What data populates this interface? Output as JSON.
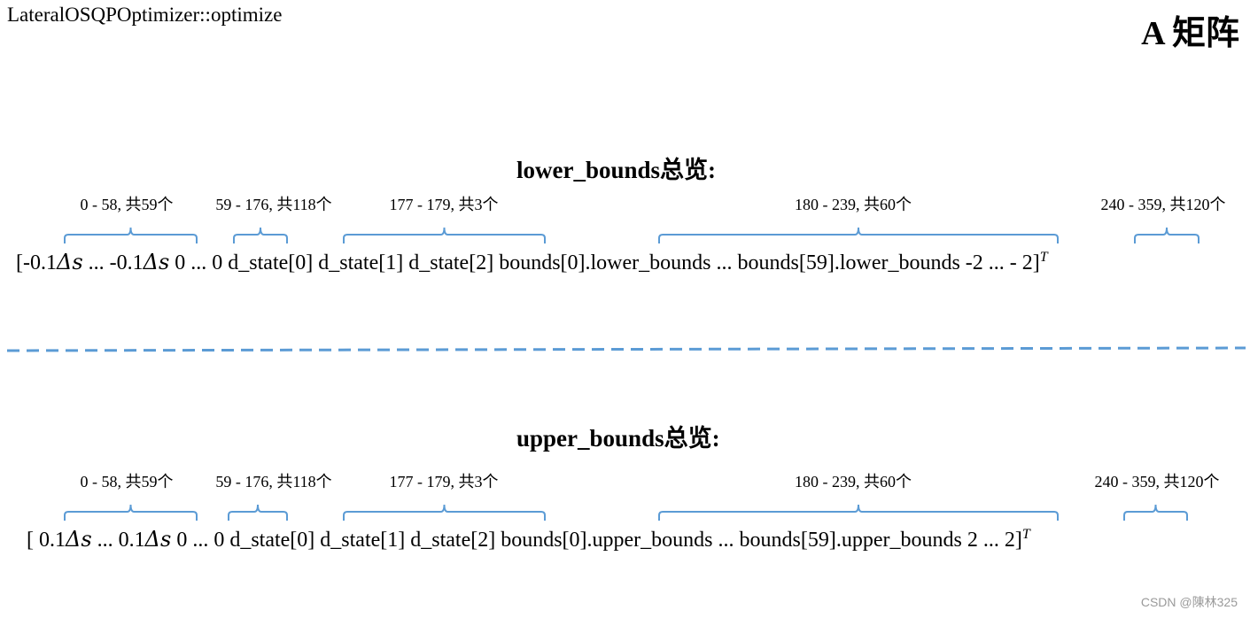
{
  "header": {
    "function_name": "LateralOSQPOptimizer::optimize",
    "matrix_title": "A 矩阵"
  },
  "lower": {
    "title": "lower_bounds总览:",
    "ranges": [
      "0 - 58, 共59个",
      "59 - 176, 共118个",
      "177 - 179, 共3个",
      "180 - 239, 共60个",
      "240 - 359, 共120个"
    ],
    "formula": {
      "open": "[-0.1",
      "delta_s": "Δs",
      "seg1": "  ...  -0.1",
      "seg2": "  0  ...  0 d_state[0] d_state[1] d_state[2] bounds[0].lower_bounds  ...  bounds[59].lower_bounds  -2  ... - 2]",
      "transpose": "T"
    }
  },
  "upper": {
    "title": "upper_bounds总览:",
    "ranges": [
      "0 - 58, 共59个",
      "59 - 176, 共118个",
      "177 - 179, 共3个",
      "180 - 239, 共60个",
      "240 - 359, 共120个"
    ],
    "formula": {
      "open": "[ 0.1",
      "delta_s": "Δs",
      "seg1": "  ...   0.1",
      "seg2": "  0  ...  0 d_state[0] d_state[1] d_state[2] bounds[0].upper_bounds ... bounds[59].upper_bounds  2  ...  2]",
      "transpose": "T"
    }
  },
  "colors": {
    "accent": "#5b9bd5"
  },
  "watermark": "CSDN @陳林325"
}
